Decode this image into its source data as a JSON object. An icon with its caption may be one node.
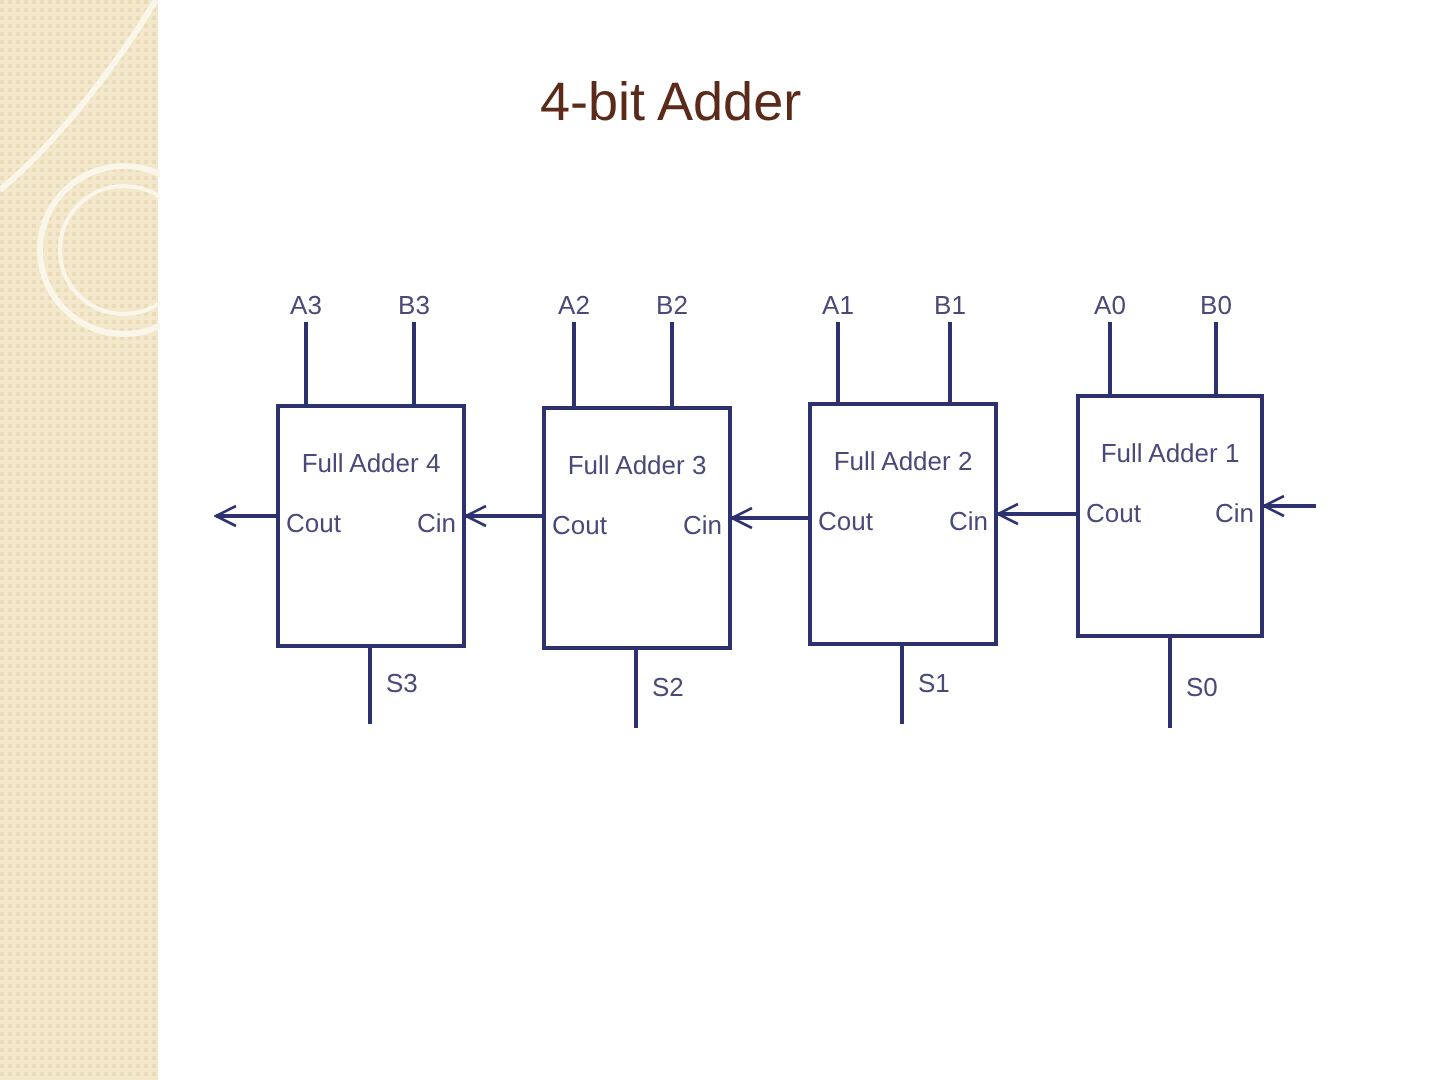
{
  "diagram": {
    "title": "4-bit Adder",
    "nodes": [
      {
        "text": [
          "A3"
        ]
      },
      {
        "text": [
          "B3"
        ]
      },
      {
        "text": [
          "A2"
        ]
      },
      {
        "text": [
          "B2"
        ]
      },
      {
        "text": [
          "A1"
        ]
      },
      {
        "text": [
          "B1"
        ]
      },
      {
        "text": [
          "A0"
        ]
      },
      {
        "text": [
          "B0"
        ]
      },
      {
        "text": [
          "Full Adder 4",
          "Cout",
          "Cin"
        ]
      },
      {
        "text": [
          "Full Adder 3",
          "Cout",
          "Cin"
        ]
      },
      {
        "text": [
          "Full Adder 2",
          "Cout",
          "Cin"
        ]
      },
      {
        "text": [
          "Full Adder 1",
          "Cout",
          "Cin"
        ]
      },
      {
        "text": [
          "S3"
        ]
      },
      {
        "text": [
          "S2"
        ]
      },
      {
        "text": [
          "S1"
        ]
      },
      {
        "text": [
          "S0"
        ]
      }
    ],
    "edges": [
      {
        "from": 0,
        "to": 8,
        "arrow": "none"
      },
      {
        "from": 1,
        "to": 8,
        "arrow": "none"
      },
      {
        "from": 2,
        "to": 9,
        "arrow": "none"
      },
      {
        "from": 3,
        "to": 9,
        "arrow": "none"
      },
      {
        "from": 4,
        "to": 10,
        "arrow": "none"
      },
      {
        "from": 5,
        "to": 10,
        "arrow": "none"
      },
      {
        "from": 6,
        "to": 11,
        "arrow": "none"
      },
      {
        "from": 7,
        "to": 11,
        "arrow": "none"
      },
      {
        "from": 8,
        "to": null,
        "arrow": "to"
      },
      {
        "from": 9,
        "to": 8,
        "arrow": "to"
      },
      {
        "from": 10,
        "to": 9,
        "arrow": "to"
      },
      {
        "from": 11,
        "to": 10,
        "arrow": "to"
      },
      {
        "from": null,
        "to": 11,
        "arrow": "to"
      },
      {
        "from": 8,
        "to": 12,
        "arrow": "none"
      },
      {
        "from": 9,
        "to": 13,
        "arrow": "none"
      },
      {
        "from": 10,
        "to": 14,
        "arrow": "none"
      },
      {
        "from": 11,
        "to": 15,
        "arrow": "none"
      }
    ]
  }
}
